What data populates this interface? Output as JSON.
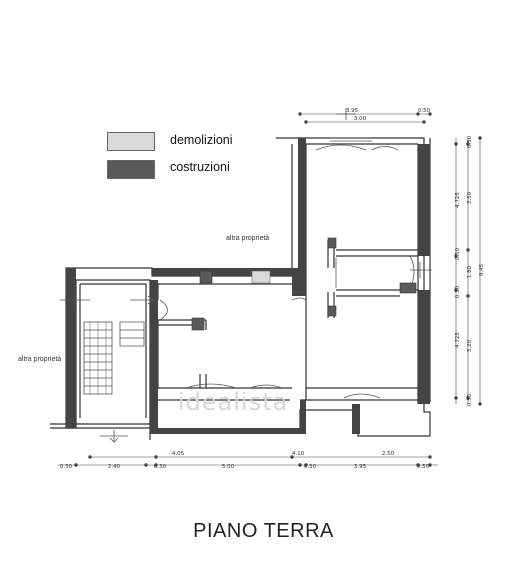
{
  "legend": {
    "demolition_label": "demolizioni",
    "construction_label": "costruzioni",
    "demolition_color": "#d9d9d9",
    "construction_color": "#5a5a5a"
  },
  "notes": {
    "neighbor_top": "altra proprietà",
    "neighbor_left": "altra proprietà"
  },
  "watermark": "idealista",
  "title": "PIANO TERRA",
  "dimensions": {
    "top": [
      "3.95",
      "0.50",
      "3.00"
    ],
    "bottom_row1": [
      "4.05",
      "4.10",
      "2.50"
    ],
    "bottom_row2": [
      "0.30",
      "2.40",
      "0.30",
      "5.00",
      "0.30",
      "3.95",
      "0.50"
    ],
    "right": [
      "0.50",
      "3.50",
      "4.725",
      "0.10",
      "1.80",
      "9.45",
      "0.10",
      "4.725",
      "3.20",
      "0.50"
    ]
  }
}
